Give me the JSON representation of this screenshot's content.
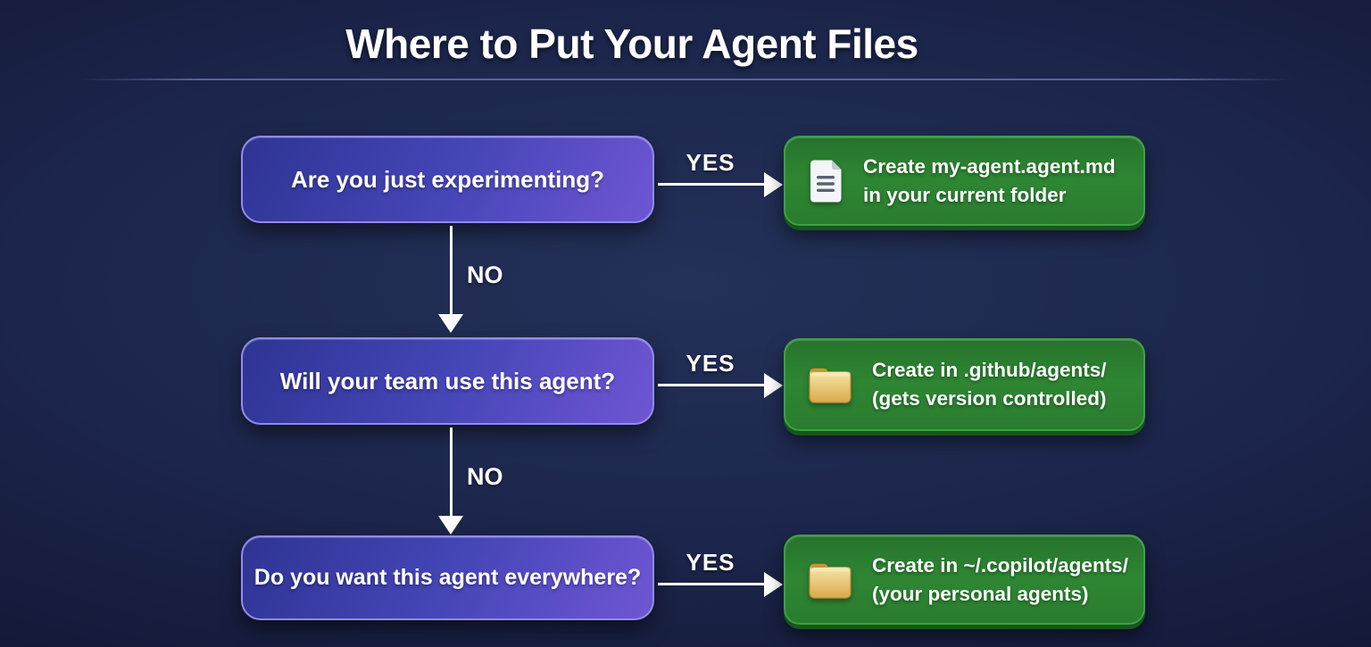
{
  "title": "Where to Put Your Agent Files",
  "flow": {
    "rows": [
      {
        "question": "Are you just experimenting?",
        "yes_label": "YES",
        "no_label": "NO",
        "result": {
          "icon": "document-icon",
          "line1": "Create my-agent.agent.md",
          "line2": "in your current folder"
        }
      },
      {
        "question": "Will your team use this agent?",
        "yes_label": "YES",
        "no_label": "NO",
        "result": {
          "icon": "folder-icon",
          "line1": "Create in .github/agents/",
          "line2": "(gets version controlled)"
        }
      },
      {
        "question": "Do you want this agent everywhere?",
        "yes_label": "YES",
        "result": {
          "icon": "folder-icon",
          "line1": "Create in ~/.copilot/agents/",
          "line2": "(your personal agents)"
        }
      }
    ]
  },
  "colors": {
    "background_center": "#243058",
    "background_edge": "#090c20",
    "question_box_start": "#2e3493",
    "question_box_end": "#6f56d3",
    "question_border": "#9993f0",
    "result_box_fill": "#2e8633",
    "result_border": "#3da244",
    "result_bottom_rim": "#16571c",
    "arrow": "#ffffff",
    "folder_yellow": "#e8bd5c",
    "document_white": "#f3f5f8",
    "title_text": "#ffffff"
  }
}
